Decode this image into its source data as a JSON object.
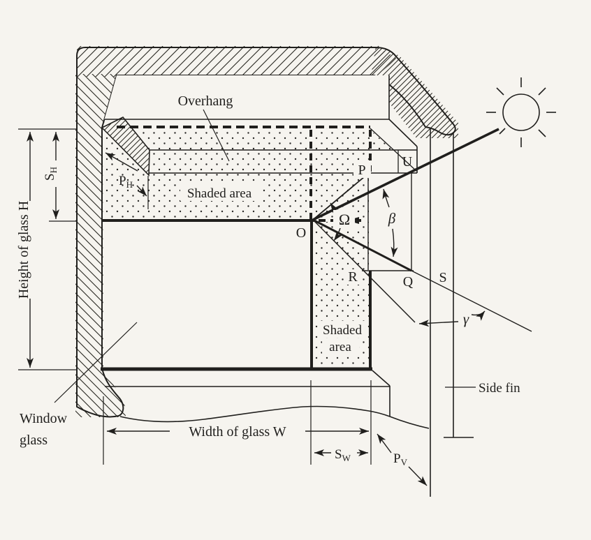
{
  "figure": {
    "labels": {
      "overhang": "Overhang",
      "shaded_area_top": "Shaded area",
      "shaded_right_1": "Shaded",
      "shaded_right_2": "area",
      "window_glass_1": "Window",
      "window_glass_2": "glass",
      "side_fin": "Side fin",
      "width": "Width of glass W",
      "height": "Height of glass H"
    },
    "points": {
      "o": "O",
      "p": "P",
      "u": "U",
      "r": "R",
      "q": "Q",
      "s": "S"
    },
    "angles": {
      "omega": "Ω",
      "beta": "β",
      "gamma": "γ"
    },
    "dims": {
      "sh": [
        "S",
        "H"
      ],
      "ph": [
        "P",
        "H"
      ],
      "sw": [
        "S",
        "W"
      ],
      "pv": [
        "P",
        "V"
      ]
    },
    "colors": {
      "ink": "#201f1d",
      "paper": "#f6f4ef",
      "dot": "#2a2927"
    }
  }
}
